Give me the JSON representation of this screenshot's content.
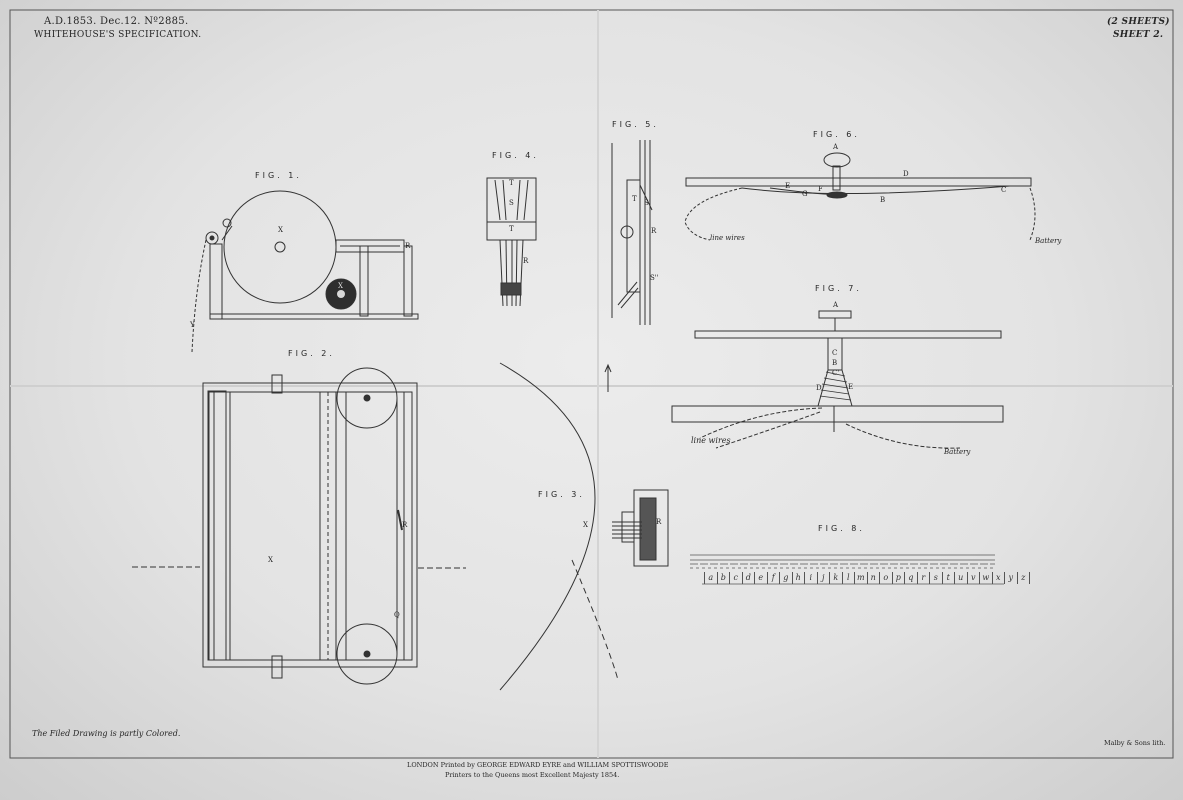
{
  "header": {
    "left_line1": "A.D.1853. Dec.12. Nº2885.",
    "left_line2": "WHITEHOUSE'S SPECIFICATION.",
    "right_line1": "(2 SHEETS)",
    "right_line2": "SHEET 2."
  },
  "figures": {
    "fig1": {
      "title": "FIG. 1.",
      "labels": [
        "X",
        "R",
        "X",
        "Y"
      ]
    },
    "fig2": {
      "title": "FIG. 2.",
      "labels": [
        "X",
        "R",
        "Q"
      ]
    },
    "fig3": {
      "title": "FIG. 3.",
      "labels": [
        "X",
        "R"
      ]
    },
    "fig4": {
      "title": "FIG. 4.",
      "labels": [
        "T",
        "S",
        "T",
        "R"
      ]
    },
    "fig5": {
      "title": "FIG. 5.",
      "labels": [
        "T",
        "S'",
        "R",
        "S''"
      ]
    },
    "fig6": {
      "title": "FIG. 6.",
      "labels": [
        "A",
        "D",
        "E",
        "F",
        "G",
        "B",
        "C"
      ],
      "line_wires": "line wires",
      "battery": "Battery"
    },
    "fig7": {
      "title": "FIG. 7.",
      "labels": [
        "A",
        "C",
        "B",
        "C'",
        "D",
        "E"
      ],
      "line_wires": "line wires",
      "battery": "Battery"
    },
    "fig8": {
      "title": "FIG. 8.",
      "letters": [
        "a",
        "b",
        "c",
        "d",
        "e",
        "f",
        "g",
        "h",
        "i",
        "j",
        "k",
        "l",
        "m",
        "n",
        "o",
        "p",
        "q",
        "r",
        "s",
        "t",
        "u",
        "v",
        "w",
        "x",
        "y",
        "z"
      ]
    }
  },
  "footer": {
    "note": "The Filed Drawing is partly Colored.",
    "lith": "Malby & Sons lith.",
    "printer_line1": "LONDON Printed by GEORGE EDWARD EYRE and WILLIAM SPOTTISWOODE",
    "printer_line2": "Printers to the Queens most Excellent Majesty 1854."
  },
  "colors": {
    "paper": "#e6e6e6",
    "ink": "#262626"
  }
}
